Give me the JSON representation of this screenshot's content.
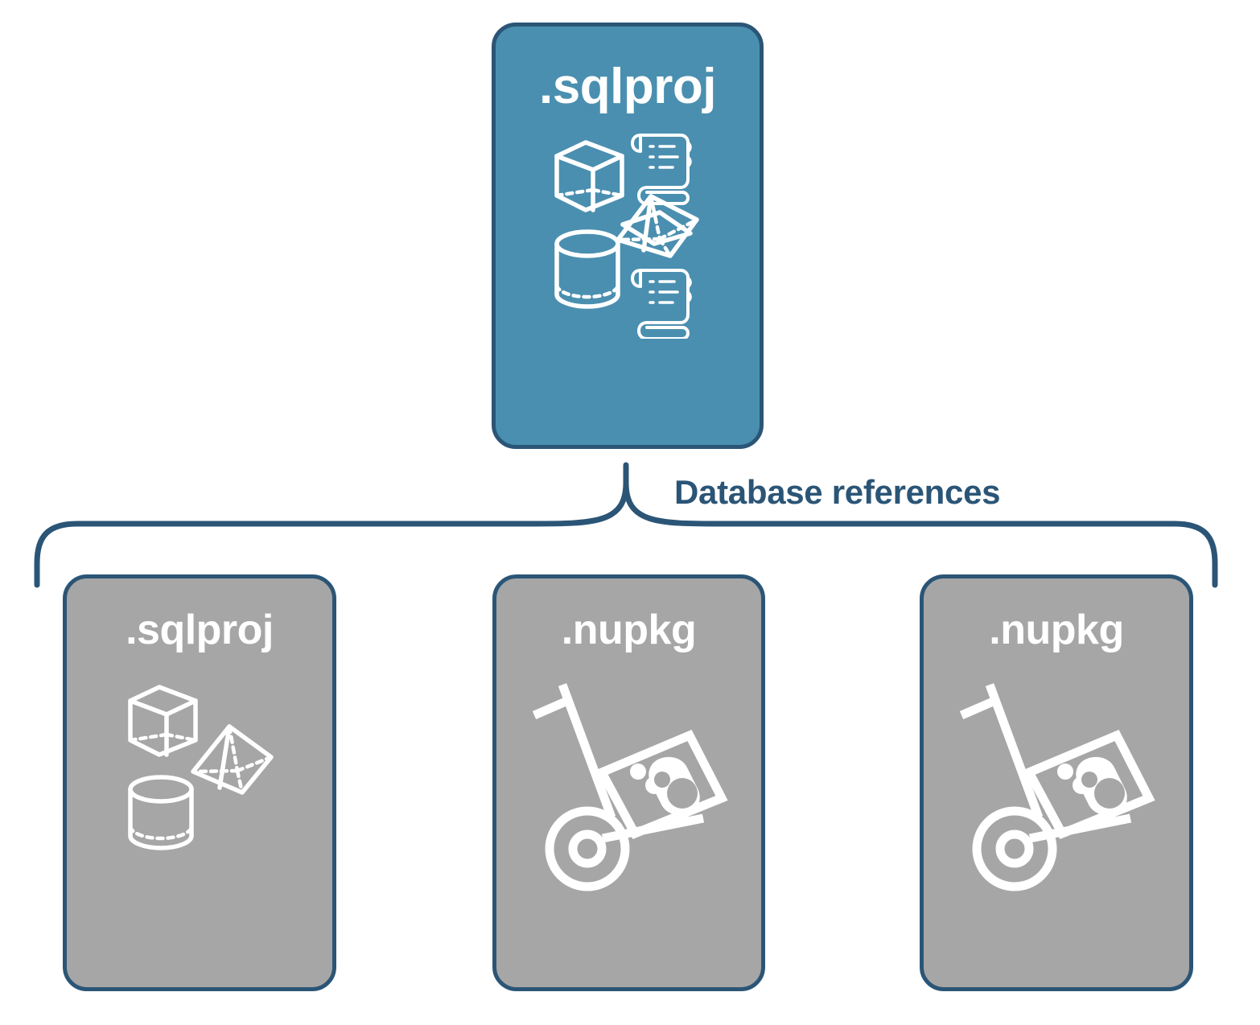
{
  "diagram": {
    "title_text_root": ".sqlproj",
    "connector_label": "Database references",
    "colors": {
      "root_card_fill": "#4a8fb0",
      "reference_card_fill": "#a6a6a6",
      "card_border": "#2b5576",
      "connector_line": "#2b5576",
      "label_text": "#2b5576",
      "icon_stroke": "#ffffff",
      "background": "#ffffff"
    },
    "root_node": {
      "label": ".sqlproj",
      "icons": [
        "cube-wireframe-icon",
        "scroll-script-icon",
        "pyramid-wireframe-icon",
        "cylinder-wireframe-icon",
        "scroll-script-icon"
      ]
    },
    "reference_nodes": [
      {
        "label": ".sqlproj",
        "icons": [
          "cube-wireframe-icon",
          "pyramid-wireframe-icon",
          "cylinder-wireframe-icon"
        ]
      },
      {
        "label": ".nupkg",
        "icons": [
          "hand-truck-package-icon"
        ]
      },
      {
        "label": ".nupkg",
        "icons": [
          "hand-truck-package-icon"
        ]
      }
    ]
  }
}
